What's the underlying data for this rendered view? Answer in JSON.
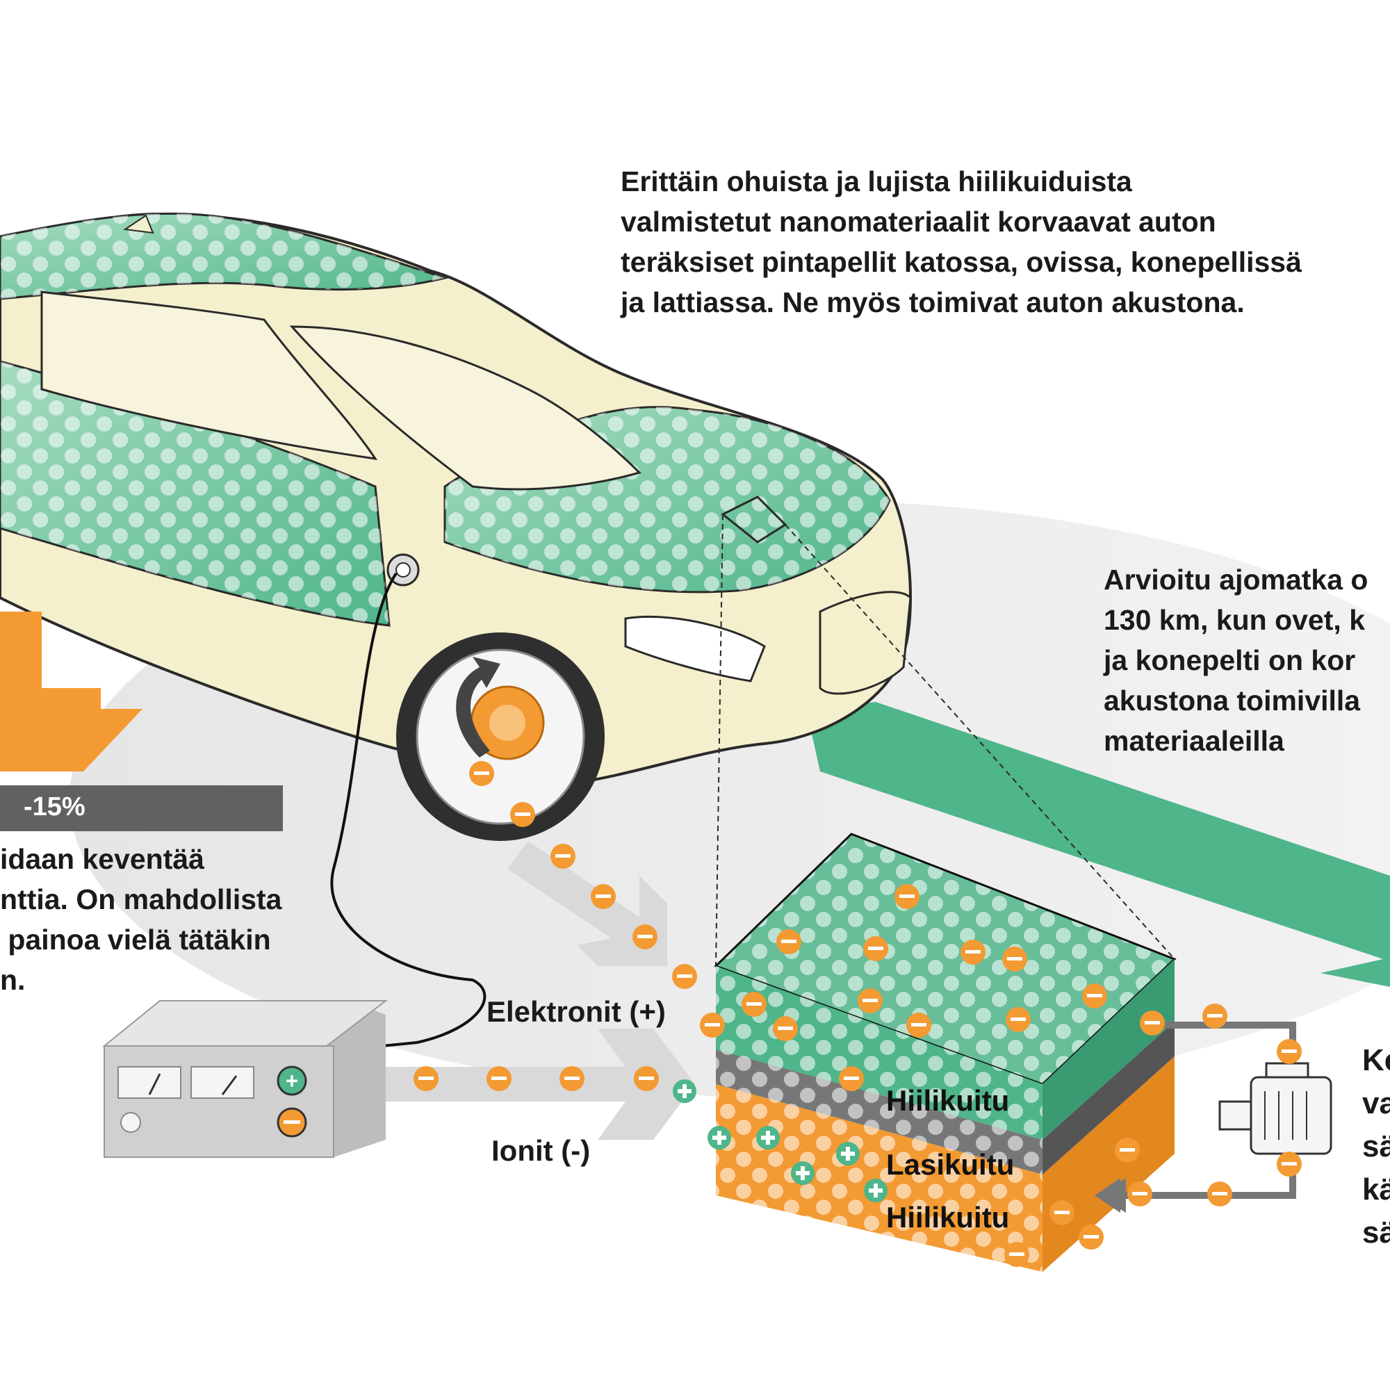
{
  "description_block": {
    "lines": [
      "Erittäin ohuista ja lujista hiilikuiduista",
      "valmistetut nanomateriaalit korvaavat auton",
      "teräksiset pintapellit katossa, ovissa, konepellissä",
      "ja lattiassa. Ne myös toimivat auton akustona."
    ]
  },
  "range_block": {
    "lines": [
      "Arvioitu ajomatka o",
      "130 km, kun ovet, k",
      "ja konepelti on kor",
      "akustona toimivilla",
      "materiaaleilla"
    ]
  },
  "weight_block": {
    "percent": "-15%",
    "lines": [
      "idaan keventää",
      "nttia. On mahdollista",
      " painoa vielä tätäkin",
      "n."
    ]
  },
  "side_block": {
    "lines": [
      "Ke",
      "va",
      "sä",
      "kä",
      "sä"
    ]
  },
  "flow_labels": {
    "electrons": "Elektronit (+)",
    "ions": "Ionit (-)"
  },
  "battery_layers": {
    "top": "Hiilikuitu",
    "middle": "Lasikuitu",
    "bottom": "Hiilikuitu"
  },
  "colors": {
    "green": "#4fb58a",
    "green_light": "#9fd9bd",
    "orange": "#f39a33",
    "cream": "#f4efcc",
    "shadow_gray": "#d9d9d9",
    "bar_gray": "#616161"
  },
  "icons": [
    "plus-icon",
    "minus-icon",
    "power-icon",
    "gauge-icon",
    "motor-icon",
    "rotation-arrow-icon"
  ]
}
